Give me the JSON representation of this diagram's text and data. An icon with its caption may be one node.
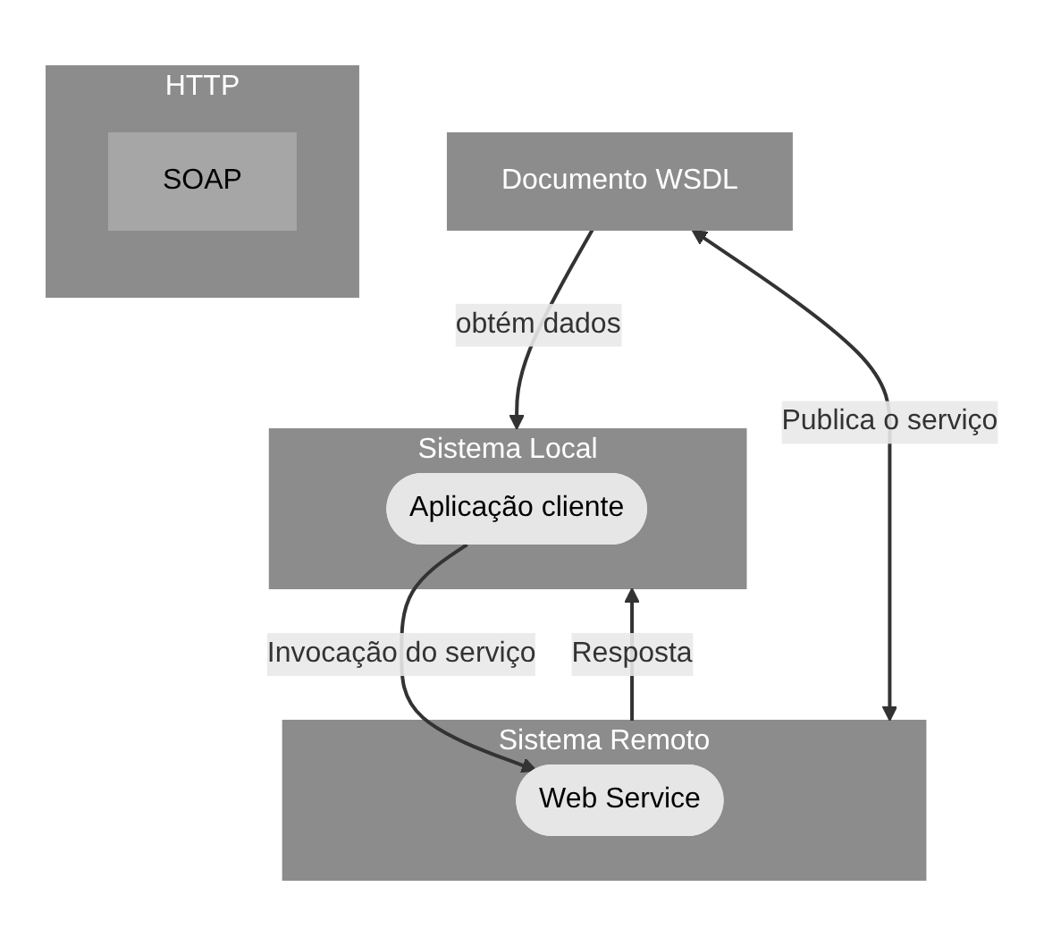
{
  "diagram": {
    "nodes": [
      {
        "text": [
          "Documento WSDL"
        ]
      },
      {
        "text": [
          "Sistema Local"
        ]
      },
      {
        "text": [
          "Aplicação cliente"
        ],
        "in": 1
      },
      {
        "text": [
          "Sistema Remoto"
        ]
      },
      {
        "text": [
          "Web Service"
        ],
        "in": 3
      },
      {
        "text": [
          "HTTP"
        ]
      },
      {
        "text": [
          "SOAP"
        ],
        "in": 5
      }
    ],
    "edges": [
      {
        "from": 0,
        "to": 1,
        "arrow": "to",
        "label": "obtém dados"
      },
      {
        "from": 0,
        "to": 3,
        "arrow": "both",
        "label": "Publica o serviço"
      },
      {
        "from": 2,
        "to": 4,
        "arrow": "to",
        "label": "Invocação do serviço"
      },
      {
        "from": 3,
        "to": 1,
        "arrow": "to",
        "label": "Resposta"
      }
    ]
  }
}
